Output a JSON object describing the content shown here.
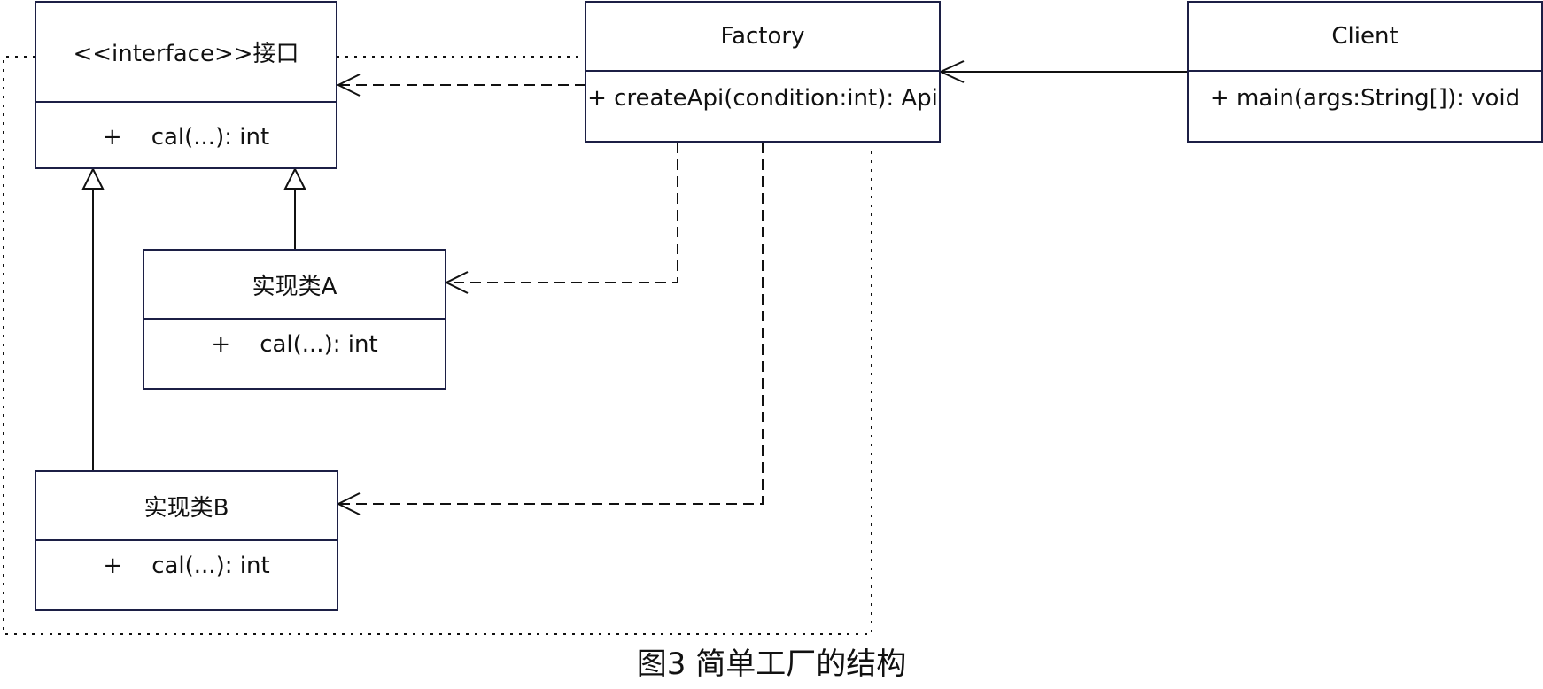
{
  "diagram": {
    "caption": "图3 简单工厂的结构",
    "classes": {
      "interface": {
        "name": "<<interface>>接口",
        "operation": "+    cal(...): int"
      },
      "impl_a": {
        "name": "实现类A",
        "operation": "+    cal(...): int"
      },
      "impl_b": {
        "name": "实现类B",
        "operation": "+    cal(...): int"
      },
      "factory": {
        "name": "Factory",
        "operation": "+ createApi(condition:int): Api"
      },
      "client": {
        "name": "Client",
        "operation": "+ main(args:String[]): void"
      }
    },
    "relationships": [
      {
        "from": "impl_a",
        "to": "interface",
        "kind": "realization"
      },
      {
        "from": "impl_b",
        "to": "interface",
        "kind": "realization"
      },
      {
        "from": "factory",
        "to": "interface",
        "kind": "dependency"
      },
      {
        "from": "factory",
        "to": "impl_a",
        "kind": "dependency"
      },
      {
        "from": "factory",
        "to": "impl_b",
        "kind": "dependency"
      },
      {
        "from": "client",
        "to": "factory",
        "kind": "association"
      }
    ],
    "colors": {
      "border": "#1c1f45",
      "line": "#111111"
    }
  }
}
